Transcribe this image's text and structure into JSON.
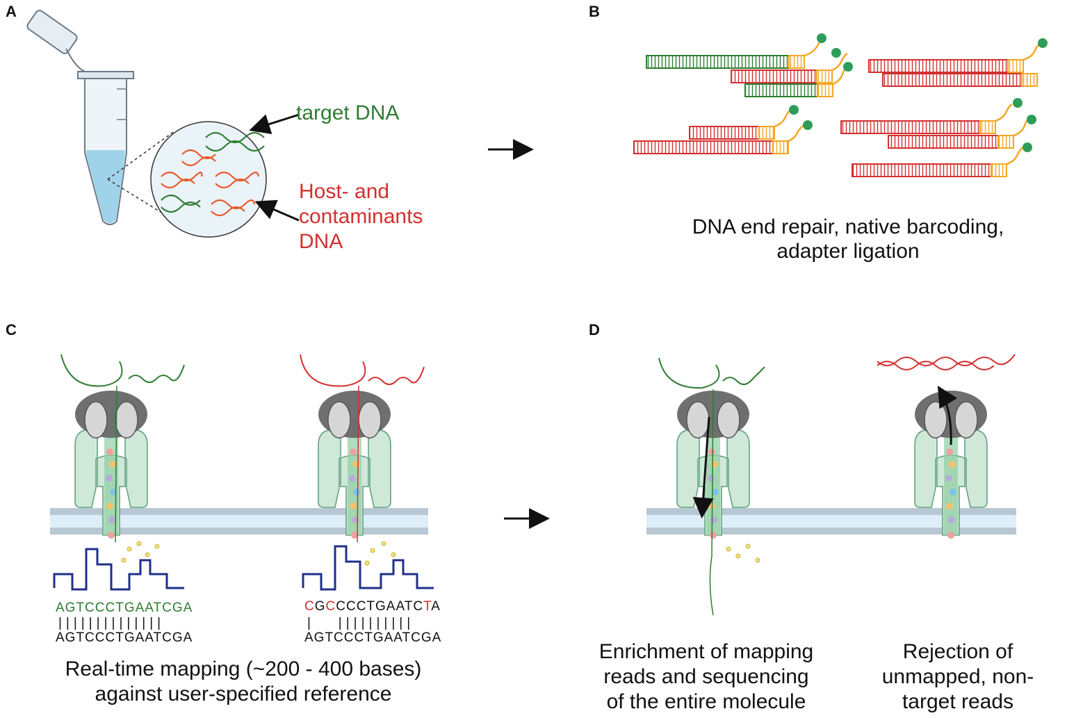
{
  "panels": {
    "a": {
      "letter": "A",
      "target_label": "target DNA",
      "host_label_line1": "Host- and",
      "host_label_line2": "contaminants",
      "host_label_line3": "DNA"
    },
    "b": {
      "letter": "B",
      "caption_line1": "DNA end repair, native barcoding,",
      "caption_line2": "adapter ligation"
    },
    "c": {
      "letter": "C",
      "seq_left_top": "AGTCCCTGAATCGA",
      "seq_left_bars": "||||||||||||||",
      "seq_left_ref": "AGTCCCTGAATCGA",
      "seq_right_top": [
        {
          "t": "C",
          "mismatch": true
        },
        {
          "t": "G",
          "mismatch": false
        },
        {
          "t": "C",
          "mismatch": true
        },
        {
          "t": "CCCTGAATC",
          "mismatch": false
        },
        {
          "t": "T",
          "mismatch": true
        },
        {
          "t": "A",
          "mismatch": false
        }
      ],
      "seq_right_bars": "|   ||||||||||",
      "seq_right_ref": "AGTCCCTGAATCGA",
      "caption_line1": "Real-time mapping (~200 - 400 bases)",
      "caption_line2": "against user-specified reference"
    },
    "d": {
      "letter": "D",
      "left_caption_line1": "Enrichment of mapping",
      "left_caption_line2": "reads and sequencing",
      "left_caption_line3": "of the entire molecule",
      "right_caption_line1": "Rejection of",
      "right_caption_line2": "unmapped, non-",
      "right_caption_line3": "target reads"
    }
  },
  "colors": {
    "target_green": "#2e7d32",
    "host_red": "#d32f2f",
    "adapter_orange": "#f5a623",
    "barcode_ball": "#2e9d57",
    "membrane": "#b9cad6",
    "pore_green": "#cfe8d8",
    "motor_grey": "#7a7a7a",
    "signal_blue": "#1f2f8a"
  },
  "icons": [
    "tube-icon",
    "magnifier-circle-icon",
    "arrow-right-icon",
    "nanopore-icon",
    "dna-helix-icon",
    "squiggle-signal-icon"
  ]
}
